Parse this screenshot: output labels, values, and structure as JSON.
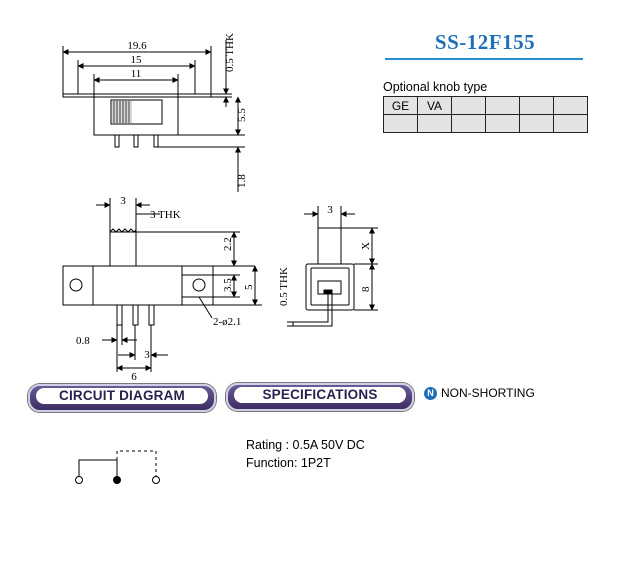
{
  "model": "SS-12F155",
  "dims_top": {
    "w196": "19.6",
    "w15": "15",
    "w11": "11",
    "t05": "0.5 THK",
    "h55": "5.5",
    "h18": "1.8"
  },
  "dims_front": {
    "a3": "3",
    "thk3": "3 THK",
    "h22": "2.2",
    "h35": "3.5",
    "h5": "5",
    "hole": "2-ø2.1",
    "p08": "0.8",
    "p3": "3",
    "p6": "6"
  },
  "dims_side": {
    "a3": "3",
    "x": "X",
    "h8": "8",
    "t05": "0.5 THK"
  },
  "knob": {
    "caption": "Optional knob type",
    "cells": [
      "GE",
      "VA",
      "",
      "",
      "",
      ""
    ]
  },
  "labels": {
    "circuit": "CIRCUIT DIAGRAM",
    "specs": "SPECIFICATIONS",
    "ns_icon": "N",
    "ns_text": "NON-SHORTING"
  },
  "specs": {
    "rating": "Rating : 0.5A 50V DC",
    "function": "Function: 1P2T"
  },
  "colors": {
    "title": "#1f6fb8",
    "pill": "#4a3d78",
    "table_fill": "#e4e4e4"
  }
}
